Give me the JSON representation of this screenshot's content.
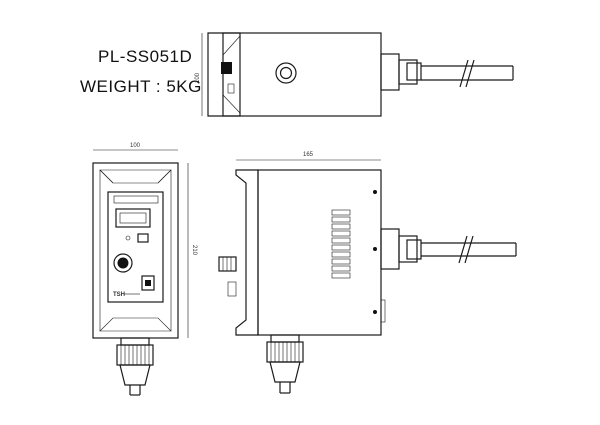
{
  "model_code": "PL-SS051D",
  "weight_text": "WEIGHT : 5KG",
  "dimensions": {
    "width": "100",
    "height": "210",
    "length": "165",
    "side_height": "100"
  },
  "front_panel": {
    "brand": "TSH"
  },
  "colors": {
    "line": "#1a1a1a",
    "background": "#ffffff"
  }
}
